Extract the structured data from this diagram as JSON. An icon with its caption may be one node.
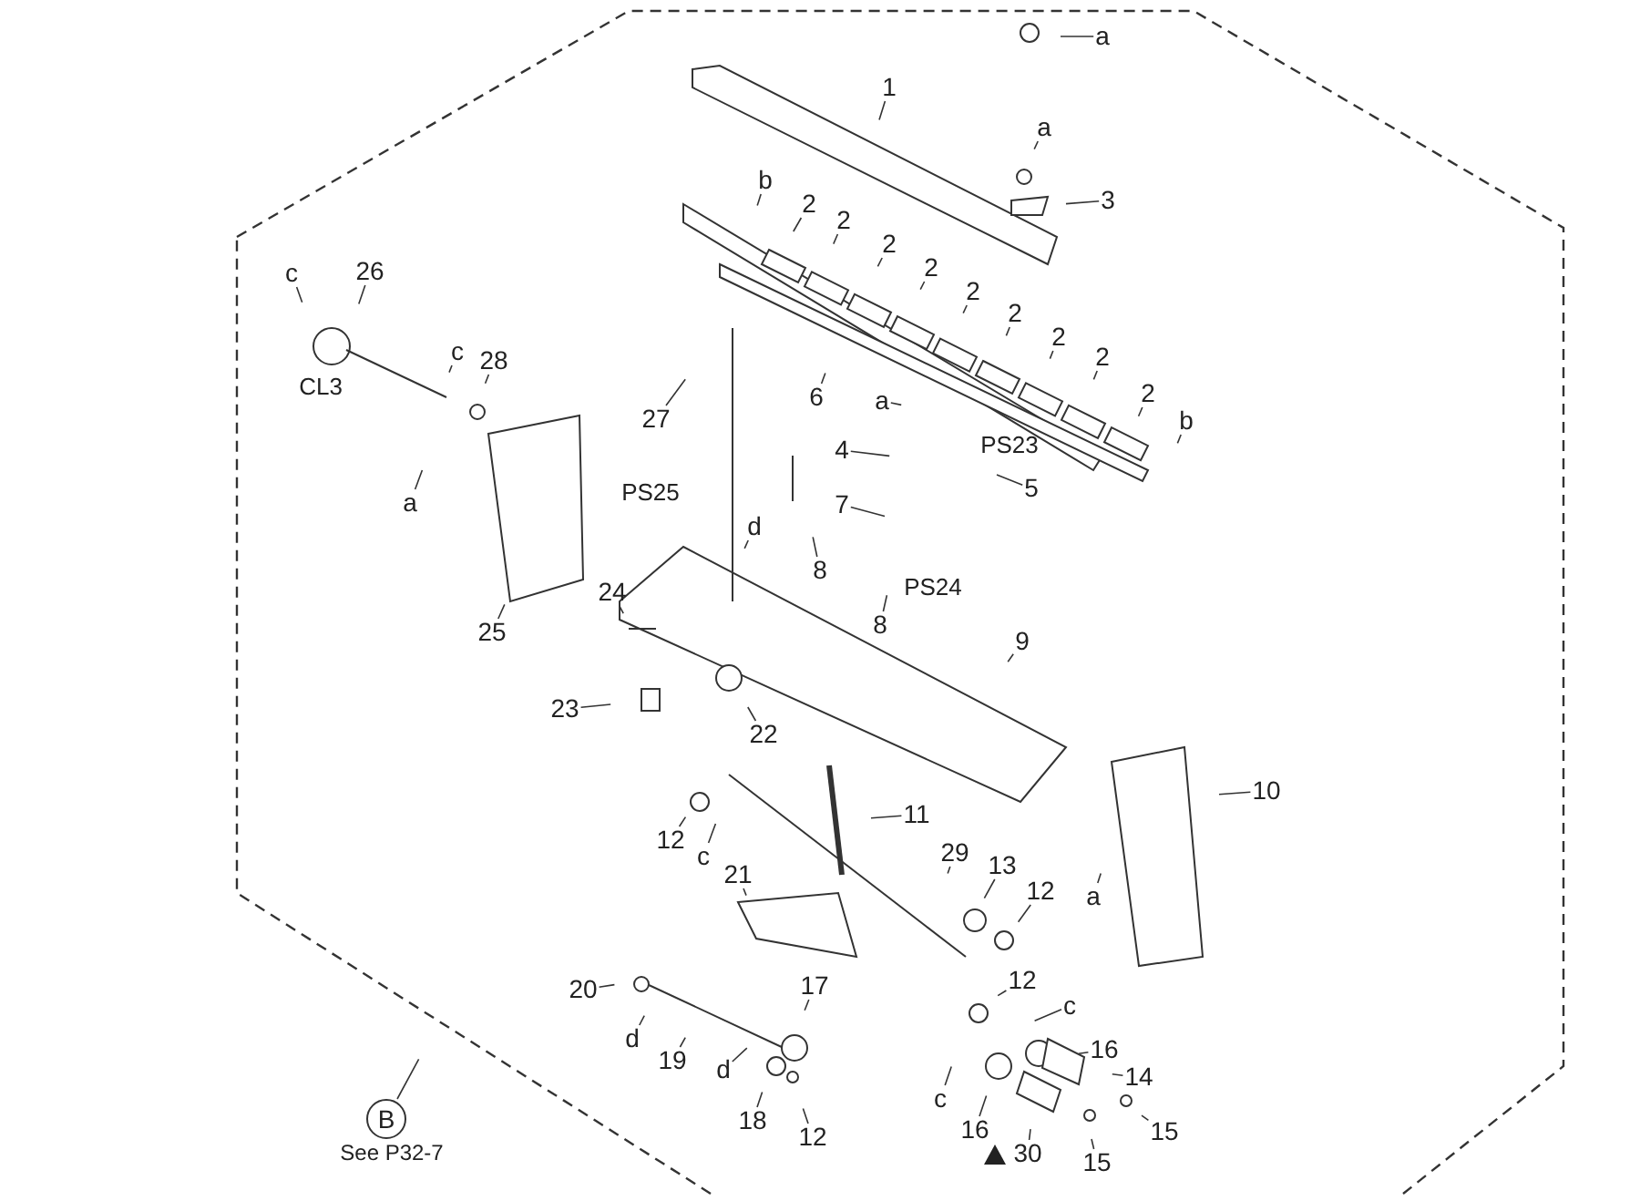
{
  "diagram": {
    "nodes": [
      {
        "text": [
          "a"
        ]
      },
      {
        "text": [
          "1"
        ]
      },
      {
        "text": [
          "a"
        ]
      },
      {
        "text": [
          "3"
        ]
      },
      {
        "text": [
          "b"
        ]
      },
      {
        "text": [
          "2"
        ]
      },
      {
        "text": [
          "2"
        ]
      },
      {
        "text": [
          "2"
        ]
      },
      {
        "text": [
          "2"
        ]
      },
      {
        "text": [
          "2"
        ]
      },
      {
        "text": [
          "2"
        ]
      },
      {
        "text": [
          "2"
        ]
      },
      {
        "text": [
          "2"
        ]
      },
      {
        "text": [
          "2"
        ]
      },
      {
        "text": [
          "b"
        ]
      },
      {
        "text": [
          "c"
        ]
      },
      {
        "text": [
          "26"
        ]
      },
      {
        "text": [
          "c"
        ]
      },
      {
        "text": [
          "28"
        ]
      },
      {
        "text": [
          "a"
        ]
      },
      {
        "text": [
          "27"
        ]
      },
      {
        "text": [
          "6"
        ]
      },
      {
        "text": [
          "a"
        ]
      },
      {
        "text": [
          "4"
        ]
      },
      {
        "text": [
          "5"
        ]
      },
      {
        "text": [
          "7"
        ]
      },
      {
        "text": [
          "8"
        ]
      },
      {
        "text": [
          "d"
        ]
      },
      {
        "text": [
          "8"
        ]
      },
      {
        "text": [
          "9"
        ]
      },
      {
        "text": [
          "25"
        ]
      },
      {
        "text": [
          "24"
        ]
      },
      {
        "text": [
          "23"
        ]
      },
      {
        "text": [
          "22"
        ]
      },
      {
        "text": [
          "10"
        ]
      },
      {
        "text": [
          "11"
        ]
      },
      {
        "text": [
          "12"
        ]
      },
      {
        "text": [
          "c"
        ]
      },
      {
        "text": [
          "29"
        ]
      },
      {
        "text": [
          "a"
        ]
      },
      {
        "text": [
          "21"
        ]
      },
      {
        "text": [
          "13"
        ]
      },
      {
        "text": [
          "12"
        ]
      },
      {
        "text": [
          "12"
        ]
      },
      {
        "text": [
          "c"
        ]
      },
      {
        "text": [
          "20"
        ]
      },
      {
        "text": [
          "17"
        ]
      },
      {
        "text": [
          "d"
        ]
      },
      {
        "text": [
          "16"
        ]
      },
      {
        "text": [
          "19"
        ]
      },
      {
        "text": [
          "d"
        ]
      },
      {
        "text": [
          "14"
        ]
      },
      {
        "text": [
          "c"
        ]
      },
      {
        "text": [
          "18"
        ]
      },
      {
        "text": [
          "12"
        ]
      },
      {
        "text": [
          "16"
        ]
      },
      {
        "text": [
          "15"
        ]
      },
      {
        "text": [
          "30"
        ]
      },
      {
        "text": [
          "15"
        ]
      },
      {
        "text": [
          "B"
        ],
        "beside": [
          "See P32-7"
        ]
      }
    ],
    "edges": [
      {
        "from": 0,
        "to": null,
        "arrow": "none"
      },
      {
        "from": 1,
        "to": null,
        "arrow": "none"
      },
      {
        "from": 2,
        "to": null,
        "arrow": "none"
      },
      {
        "from": 3,
        "to": null,
        "arrow": "none"
      },
      {
        "from": 4,
        "to": null,
        "arrow": "none"
      },
      {
        "from": 5,
        "to": null,
        "arrow": "none"
      },
      {
        "from": 6,
        "to": null,
        "arrow": "none"
      },
      {
        "from": 7,
        "to": null,
        "arrow": "none"
      },
      {
        "from": 8,
        "to": null,
        "arrow": "none"
      },
      {
        "from": 9,
        "to": null,
        "arrow": "none"
      },
      {
        "from": 10,
        "to": null,
        "arrow": "none"
      },
      {
        "from": 11,
        "to": null,
        "arrow": "none"
      },
      {
        "from": 12,
        "to": null,
        "arrow": "none"
      },
      {
        "from": 13,
        "to": null,
        "arrow": "none"
      },
      {
        "from": 14,
        "to": null,
        "arrow": "none"
      },
      {
        "from": 15,
        "to": null,
        "arrow": "none"
      },
      {
        "from": 16,
        "to": null,
        "arrow": "none"
      },
      {
        "from": 17,
        "to": null,
        "arrow": "none"
      },
      {
        "from": 18,
        "to": null,
        "arrow": "none"
      },
      {
        "from": 19,
        "to": null,
        "arrow": "none"
      },
      {
        "from": 20,
        "to": null,
        "arrow": "none"
      },
      {
        "from": 21,
        "to": null,
        "arrow": "none"
      },
      {
        "from": 22,
        "to": null,
        "arrow": "none"
      },
      {
        "from": 23,
        "to": null,
        "arrow": "none"
      },
      {
        "from": 24,
        "to": null,
        "arrow": "none"
      },
      {
        "from": 25,
        "to": null,
        "arrow": "none"
      },
      {
        "from": 26,
        "to": null,
        "arrow": "none"
      },
      {
        "from": 27,
        "to": null,
        "arrow": "none"
      },
      {
        "from": 28,
        "to": null,
        "arrow": "none"
      },
      {
        "from": 29,
        "to": null,
        "arrow": "none"
      },
      {
        "from": 30,
        "to": null,
        "arrow": "none"
      },
      {
        "from": 31,
        "to": null,
        "arrow": "none"
      },
      {
        "from": 32,
        "to": null,
        "arrow": "none"
      },
      {
        "from": 33,
        "to": null,
        "arrow": "none"
      },
      {
        "from": 34,
        "to": null,
        "arrow": "none"
      },
      {
        "from": 35,
        "to": null,
        "arrow": "none"
      },
      {
        "from": 36,
        "to": null,
        "arrow": "none"
      },
      {
        "from": 37,
        "to": null,
        "arrow": "none"
      },
      {
        "from": 38,
        "to": null,
        "arrow": "none"
      },
      {
        "from": 39,
        "to": null,
        "arrow": "none"
      },
      {
        "from": 40,
        "to": null,
        "arrow": "none"
      },
      {
        "from": 41,
        "to": null,
        "arrow": "none"
      },
      {
        "from": 42,
        "to": null,
        "arrow": "none"
      },
      {
        "from": 43,
        "to": null,
        "arrow": "none"
      },
      {
        "from": 44,
        "to": null,
        "arrow": "none"
      },
      {
        "from": 45,
        "to": null,
        "arrow": "none"
      },
      {
        "from": 46,
        "to": null,
        "arrow": "none"
      },
      {
        "from": 47,
        "to": null,
        "arrow": "none"
      },
      {
        "from": 48,
        "to": null,
        "arrow": "none"
      },
      {
        "from": 49,
        "to": null,
        "arrow": "none"
      },
      {
        "from": 50,
        "to": null,
        "arrow": "none"
      },
      {
        "from": 51,
        "to": null,
        "arrow": "none"
      },
      {
        "from": 52,
        "to": null,
        "arrow": "none"
      },
      {
        "from": 53,
        "to": null,
        "arrow": "none"
      },
      {
        "from": 54,
        "to": null,
        "arrow": "none"
      },
      {
        "from": 55,
        "to": null,
        "arrow": "none"
      },
      {
        "from": 56,
        "to": null,
        "arrow": "none"
      },
      {
        "from": 57,
        "to": null,
        "arrow": "none"
      },
      {
        "from": 58,
        "to": null,
        "arrow": "none"
      },
      {
        "from": 59,
        "to": null,
        "arrow": "none"
      }
    ],
    "labels": [
      "CL3",
      "PS25",
      "PS23",
      "PS24"
    ]
  }
}
